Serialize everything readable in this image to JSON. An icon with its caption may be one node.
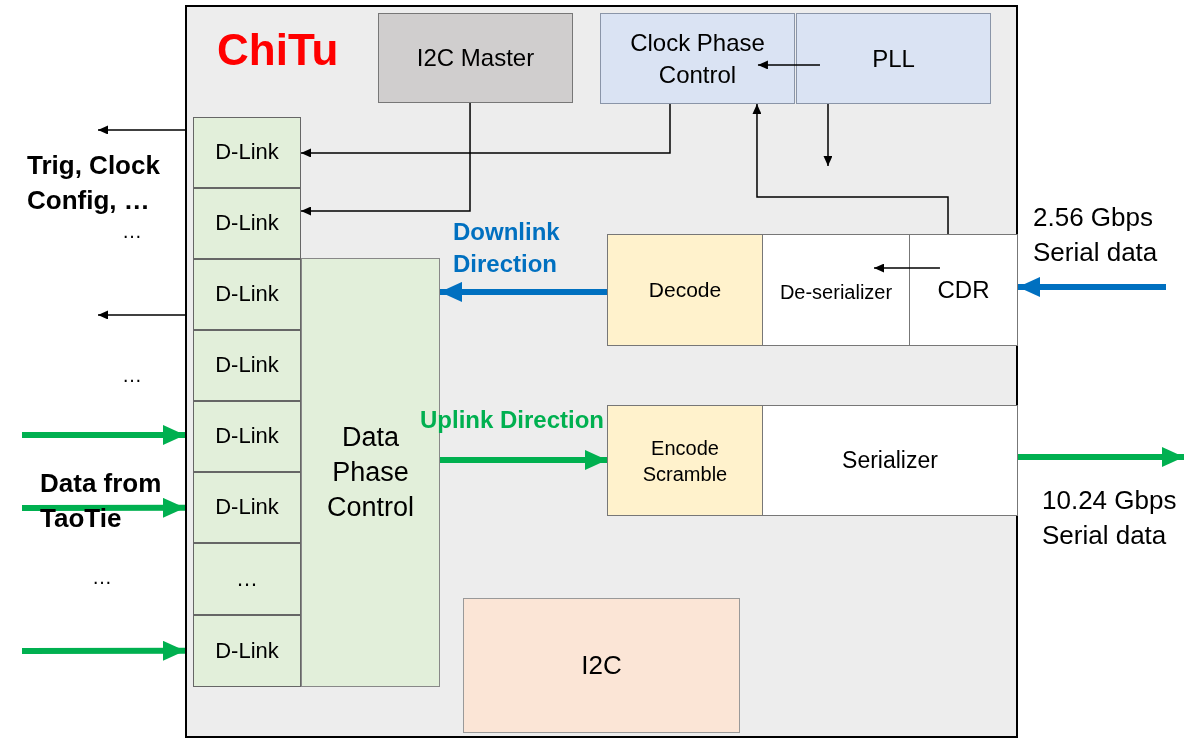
{
  "diagram": {
    "nodes": [
      {
        "text": [
          "ChiTu"
        ]
      },
      {
        "text": [
          "I2C Master"
        ],
        "in": 0
      },
      {
        "text": [
          "Clock Phase Control"
        ],
        "in": 0
      },
      {
        "text": [
          "PLL"
        ],
        "in": 0
      },
      {
        "text": [
          "D-Link"
        ],
        "in": 0
      },
      {
        "text": [
          "D-Link"
        ],
        "in": 0
      },
      {
        "text": [
          "D-Link"
        ],
        "in": 0
      },
      {
        "text": [
          "D-Link"
        ],
        "in": 0
      },
      {
        "text": [
          "D-Link"
        ],
        "in": 0
      },
      {
        "text": [
          "D-Link"
        ],
        "in": 0
      },
      {
        "text": [
          "…"
        ],
        "in": 0
      },
      {
        "text": [
          "D-Link"
        ],
        "in": 0
      },
      {
        "text": [
          "Data Phase Control"
        ],
        "in": 0
      },
      {
        "text": [
          "Decode"
        ],
        "in": 0
      },
      {
        "text": [
          "De-serializer"
        ],
        "in": 0
      },
      {
        "text": [
          "CDR"
        ],
        "in": 0
      },
      {
        "text": [
          "Encode Scramble"
        ],
        "in": 0
      },
      {
        "text": [
          "Serializer"
        ],
        "in": 0
      },
      {
        "text": [
          "I2C"
        ],
        "in": 0
      }
    ],
    "edges": [
      {
        "from": 1,
        "to": 5,
        "arrow": "to"
      },
      {
        "from": 2,
        "to": 4,
        "arrow": "to"
      },
      {
        "from": 3,
        "to": 2,
        "arrow": "to"
      },
      {
        "from": 3,
        "to": null,
        "arrow": "to"
      },
      {
        "from": 15,
        "to": 2,
        "arrow": "to"
      },
      {
        "from": 15,
        "to": 14,
        "arrow": "to"
      },
      {
        "from": null,
        "to": 15,
        "arrow": "to",
        "label": "2.56 Gbps Serial data",
        "style": "thick",
        "color": "#0070c0"
      },
      {
        "from": 13,
        "to": 12,
        "arrow": "to",
        "label": "Downlink Direction",
        "style": "thick",
        "color": "#0070c0"
      },
      {
        "from": 12,
        "to": 16,
        "arrow": "to",
        "label": "Uplink Direction",
        "style": "thick",
        "color": "#00b050"
      },
      {
        "from": 17,
        "to": null,
        "arrow": "to",
        "label": "10.24 Gbps Serial data",
        "style": "thick",
        "color": "#00b050"
      },
      {
        "from": 0,
        "to": null,
        "arrow": "to"
      },
      {
        "from": 0,
        "to": null,
        "arrow": "to"
      },
      {
        "from": null,
        "to": 0,
        "arrow": "to",
        "style": "thick",
        "color": "#00b050"
      },
      {
        "from": null,
        "to": 0,
        "arrow": "to",
        "style": "thick",
        "color": "#00b050"
      },
      {
        "from": null,
        "to": 0,
        "arrow": "to",
        "style": "thick",
        "color": "#00b050"
      }
    ],
    "labels": [
      "Trig, Clock Config, …",
      "…",
      "…",
      "Data from TaoTie",
      "…"
    ]
  }
}
